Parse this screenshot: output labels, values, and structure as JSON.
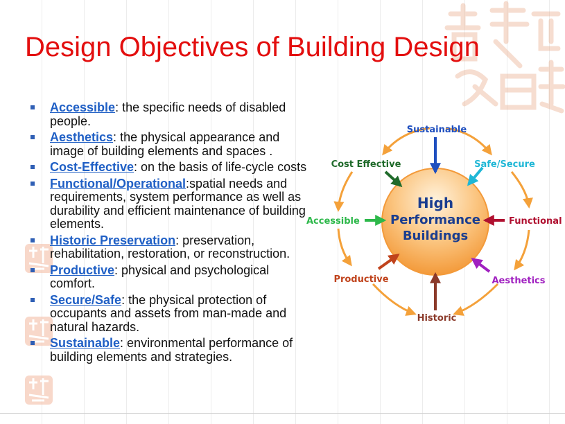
{
  "slide": {
    "title": "Design Objectives of Building Design",
    "bullets": [
      {
        "term": "Accessible",
        "sep": ": ",
        "text": "the specific needs of disabled people."
      },
      {
        "term": "Aesthetics",
        "sep": ": ",
        "text": "the physical appearance and image of building elements and spaces ."
      },
      {
        "term": "Cost-Effective",
        "sep": ": ",
        "text": "on the basis of life-cycle costs"
      },
      {
        "term": "Functional/Operational",
        "sep": ":",
        "text": "spatial needs and requirements, system performance as well as durability and efficient maintenance of building elements."
      },
      {
        "term": "Historic Preservation",
        "sep": ": ",
        "text": "preservation, rehabilitation, restoration, or reconstruction."
      },
      {
        "term": "Productive",
        "sep": ": ",
        "text": "physical and psychological comfort."
      },
      {
        "term": "Secure/Safe",
        "sep": ": ",
        "text": "the physical protection of occupants and assets from man-made and natural hazards."
      },
      {
        "term": "Sustainable",
        "sep": ": ",
        "text": "environmental performance of building elements and strategies."
      }
    ]
  },
  "diagram": {
    "center_lines": [
      "High",
      "Performance",
      "Buildings"
    ],
    "nodes": [
      {
        "label": "Sustainable",
        "color": "#1f4fbf"
      },
      {
        "label": "Safe/Secure",
        "color": "#1fb7d6"
      },
      {
        "label": "Functional",
        "color": "#b01030"
      },
      {
        "label": "Aesthetics",
        "color": "#a020c0"
      },
      {
        "label": "Historic",
        "color": "#8b3a2a"
      },
      {
        "label": "Productive",
        "color": "#c0431c"
      },
      {
        "label": "Accessible",
        "color": "#2db84a"
      },
      {
        "label": "Cost Effective",
        "color": "#1f6a2a"
      }
    ]
  },
  "colors": {
    "title": "#e30e0e",
    "term": "#1f5fc5",
    "bullet_mark": "#2f5fb5",
    "ring_arrow": "#f4a13a",
    "center_fill": "#f8b060",
    "center_text": "#1a3d8f"
  }
}
